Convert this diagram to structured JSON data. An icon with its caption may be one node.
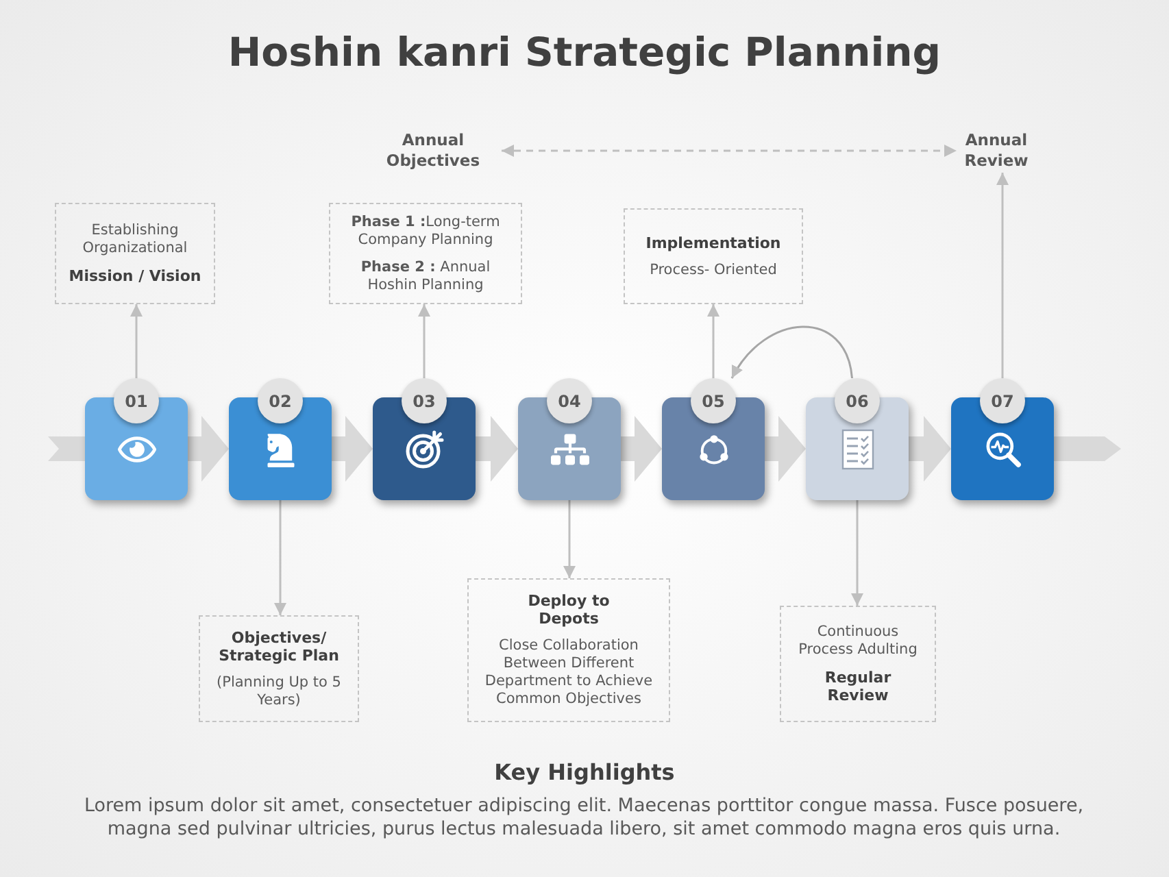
{
  "diagram": {
    "title": "Hoshin kanri Strategic Planning",
    "nodes": [
      {
        "text": [
          "Annual Objectives"
        ]
      },
      {
        "text": [
          "Annual Review"
        ]
      },
      {
        "text": [
          "Establishing Organizational",
          "Mission / Vision"
        ]
      },
      {
        "text": [
          "**Phase 1 :**Long-term Company Planning",
          "**Phase 2 :** Annual Hoshin Planning"
        ]
      },
      {
        "text": [
          "Implementation",
          "Process- Oriented"
        ]
      },
      {
        "text": [
          "01"
        ]
      },
      {
        "text": [
          "02"
        ]
      },
      {
        "text": [
          "03"
        ]
      },
      {
        "text": [
          "04"
        ]
      },
      {
        "text": [
          "05"
        ]
      },
      {
        "text": [
          "06"
        ]
      },
      {
        "text": [
          "07"
        ]
      },
      {
        "text": [
          "Objectives/ Strategic Plan",
          "(Planning Up to 5 Years)"
        ]
      },
      {
        "text": [
          "Deploy to Depots",
          "Close Collaboration Between Different Department to Achieve Common Objectives"
        ]
      },
      {
        "text": [
          "Continuous Process Adulting",
          "Regular Review"
        ]
      }
    ],
    "edges": [
      {
        "from": 0,
        "to": 1,
        "arrow": "both",
        "style": "dashed"
      },
      {
        "from": 5,
        "to": 2,
        "arrow": "to"
      },
      {
        "from": 7,
        "to": 3,
        "arrow": "to"
      },
      {
        "from": 9,
        "to": 4,
        "arrow": "to"
      },
      {
        "from": 11,
        "to": 1,
        "arrow": "to"
      },
      {
        "from": 10,
        "to": 9,
        "arrow": "to"
      },
      {
        "from": null,
        "to": 5,
        "arrow": "none",
        "style": "thick",
        "color": "#d9d9d9"
      },
      {
        "from": 5,
        "to": 6,
        "arrow": "to",
        "style": "thick",
        "color": "#d9d9d9"
      },
      {
        "from": 6,
        "to": 7,
        "arrow": "to",
        "style": "thick",
        "color": "#d9d9d9"
      },
      {
        "from": 7,
        "to": 8,
        "arrow": "to",
        "style": "thick",
        "color": "#d9d9d9"
      },
      {
        "from": 8,
        "to": 9,
        "arrow": "to",
        "style": "thick",
        "color": "#d9d9d9"
      },
      {
        "from": 9,
        "to": 10,
        "arrow": "to",
        "style": "thick",
        "color": "#d9d9d9"
      },
      {
        "from": 10,
        "to": 11,
        "arrow": "to",
        "style": "thick",
        "color": "#d9d9d9"
      },
      {
        "from": 11,
        "to": null,
        "arrow": "to",
        "style": "thick",
        "color": "#d9d9d9"
      },
      {
        "from": 6,
        "to": 12,
        "arrow": "to"
      },
      {
        "from": 8,
        "to": 13,
        "arrow": "to"
      },
      {
        "from": 10,
        "to": 14,
        "arrow": "to"
      }
    ],
    "labels": [
      "Key Highlights",
      "Lorem ipsum dolor sit amet, consectetuer adipiscing elit. Maecenas porttitor congue massa. Fusce posuere, magna sed pulvinar ultricies, purus lectus malesuada libero, sit amet commodo magna eros quis urna."
    ]
  }
}
